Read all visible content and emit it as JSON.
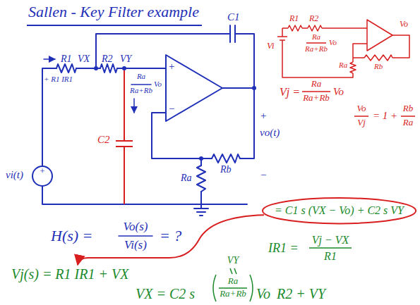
{
  "diagram": {
    "title": "Sallen - Key Filter example",
    "nodes": [
      {
        "text": [
          "= C1 s (VX − Vo) + C2 s VY"
        ]
      }
    ],
    "labels": [
      "R1",
      "VX",
      "R2",
      "VY",
      "C1",
      "+ R1 IR1",
      "+",
      "−",
      "Ra",
      "Ra+Rb",
      "Vo",
      "C2",
      "Ra",
      "Rb",
      "vi(t)",
      "+",
      "vo(t)",
      "−",
      "R1",
      "R2",
      "Vo",
      "Vi",
      "Ra",
      "Ra+Rb",
      "Vo",
      "Ra",
      "Rb",
      "Vj =",
      "Ra",
      "Ra+Rb",
      "Vo",
      "Vo",
      "Vj",
      "= 1 +",
      "Rb",
      "Ra",
      "H(s) =",
      "Vo(s)",
      "Vi(s)",
      "= ?",
      "IR1 =",
      "Vj − VX",
      "R1",
      "Vj(s) = R1 IR1 + VX",
      "VX = C2 s",
      "Ra",
      "Ra+Rb",
      "Vo",
      "R2 + VY",
      "VY",
      "+"
    ]
  }
}
